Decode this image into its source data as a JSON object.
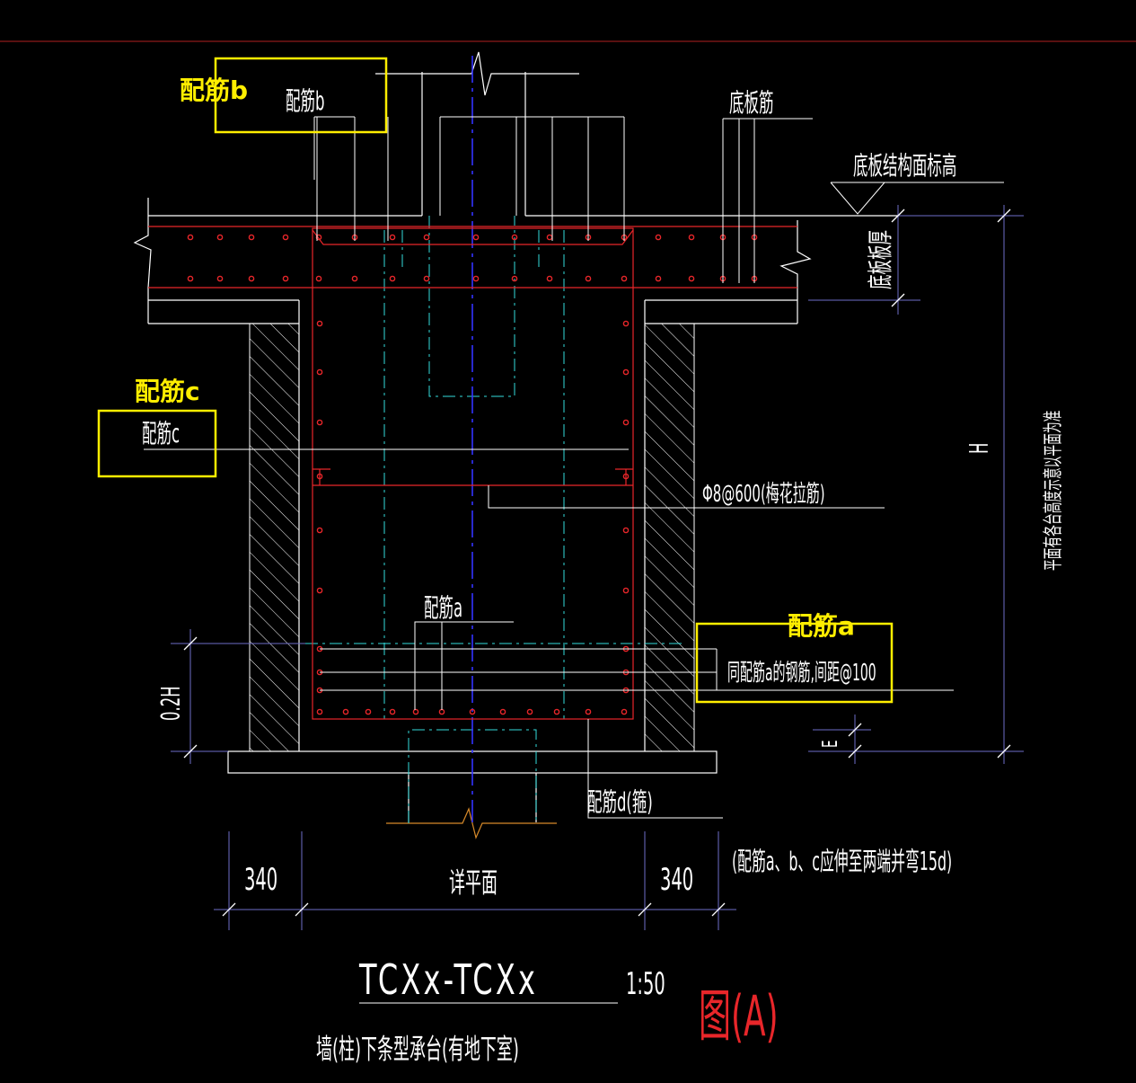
{
  "colors": {
    "background": "#000000",
    "line": "#ffffff",
    "rebar": "#e8262a",
    "axis": "#3333ff",
    "dash": "#33dddd",
    "dim": "#6e6ec8",
    "highlight": "#ffee00",
    "stamp": "#e8262a"
  },
  "annotations": {
    "rebar_b": "配筋b",
    "rebar_c": "配筋c",
    "rebar_a": "配筋a"
  },
  "labels": {
    "rebar_b": "配筋b",
    "bottom_slab_rebar": "底板筋",
    "slab_elevation": "底板结构面标高",
    "slab_thickness": "底板板厚",
    "rebar_c": "配筋c",
    "tie_bar": "Φ8@600(梅花拉筋)",
    "rebar_a": "配筋a",
    "same_rebar_spacing": "同配筋a的钢筋,间距@100",
    "height": "H",
    "height_note": "平面有各台高度示意以平面为准",
    "height_02": "0.2H",
    "cover": "E",
    "stirrup": "配筋d(箍)",
    "rebar_note": "(配筋a、b、c应伸至两端并弯15d)"
  },
  "dimensions": {
    "left": "340",
    "middle": "详平面",
    "right": "340"
  },
  "title": {
    "code": "TCXx-TCXx",
    "scale": "1:50",
    "subtitle": "墙(柱)下条型承台(有地下室)",
    "figure_tag": "图(A)"
  }
}
